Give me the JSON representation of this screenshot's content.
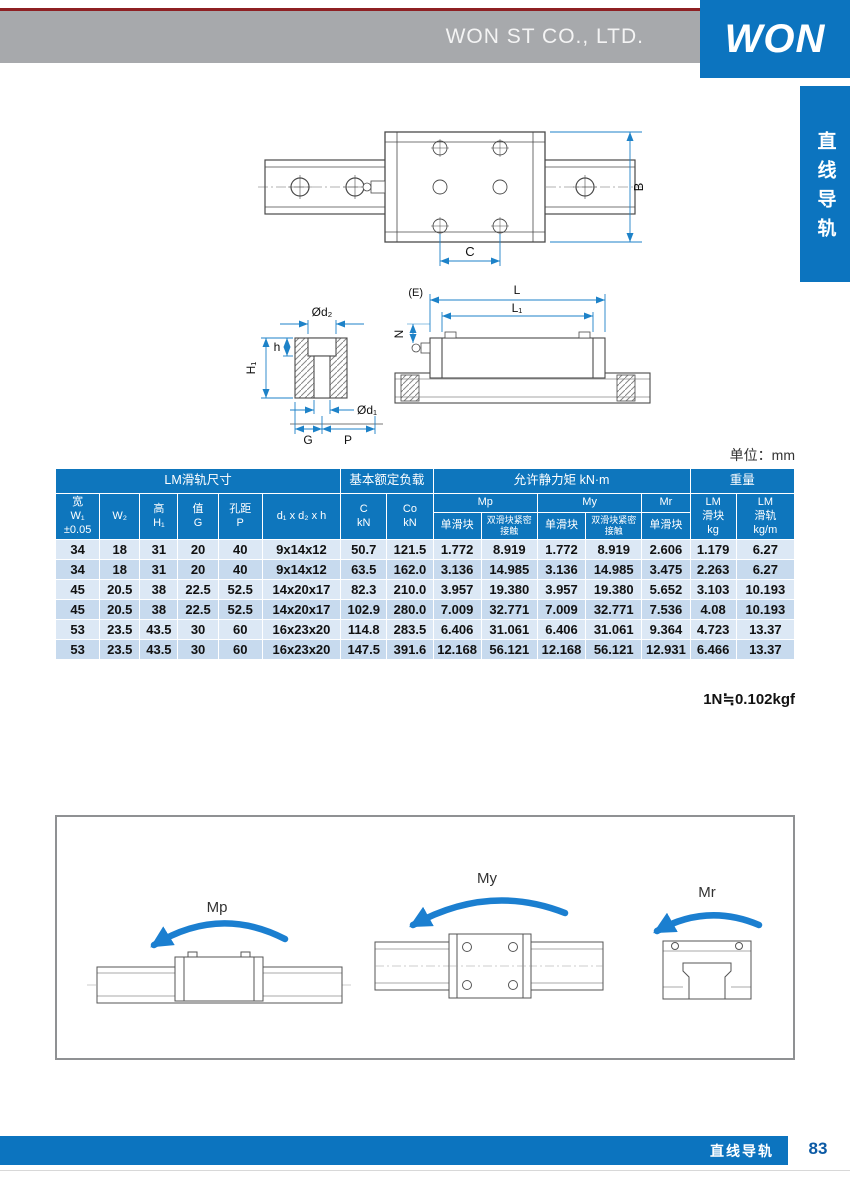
{
  "header": {
    "company": "WON ST CO., LTD.",
    "logo": "WON"
  },
  "side_tab": {
    "label": "直线导轨"
  },
  "drawings": {
    "top_view": {
      "dim_b": "B",
      "dim_c": "C"
    },
    "side_view": {
      "dim_e": "(E)",
      "dim_l": "L",
      "dim_l1": "L₁",
      "dim_n": "N",
      "dim_d2": "Ød₂",
      "dim_h_small": "h",
      "dim_h1": "H₁",
      "dim_d1": "Ød₁",
      "dim_g": "G",
      "dim_p": "P"
    }
  },
  "unit_label": "单位：mm",
  "table": {
    "groups": {
      "dims": "LM滑轨尺寸",
      "load": "基本额定负载",
      "moment": "允许静力矩 kN·m",
      "weight": "重量"
    },
    "cols": {
      "w1": "宽\nW₁\n±0.05",
      "w2": "W₂",
      "h1": "高\nH₁",
      "g": "值\nG",
      "p": "孔距\nP",
      "d": "d₁ x d₂ x h",
      "c": "C\nkN",
      "co": "Co\nkN",
      "mp": "Mp",
      "my": "My",
      "mr": "Mr",
      "single_block": "单滑块",
      "double_block": "双滑块紧密接触",
      "lm_block": "LM\n滑块\nkg",
      "lm_rail": "LM\n滑轨\nkg/m"
    },
    "rows": [
      [
        "34",
        "18",
        "31",
        "20",
        "40",
        "9x14x12",
        "50.7",
        "121.5",
        "1.772",
        "8.919",
        "1.772",
        "8.919",
        "2.606",
        "1.179",
        "6.27"
      ],
      [
        "34",
        "18",
        "31",
        "20",
        "40",
        "9x14x12",
        "63.5",
        "162.0",
        "3.136",
        "14.985",
        "3.136",
        "14.985",
        "3.475",
        "2.263",
        "6.27"
      ],
      [
        "45",
        "20.5",
        "38",
        "22.5",
        "52.5",
        "14x20x17",
        "82.3",
        "210.0",
        "3.957",
        "19.380",
        "3.957",
        "19.380",
        "5.652",
        "3.103",
        "10.193"
      ],
      [
        "45",
        "20.5",
        "38",
        "22.5",
        "52.5",
        "14x20x17",
        "102.9",
        "280.0",
        "7.009",
        "32.771",
        "7.009",
        "32.771",
        "7.536",
        "4.08",
        "10.193"
      ],
      [
        "53",
        "23.5",
        "43.5",
        "30",
        "60",
        "16x23x20",
        "114.8",
        "283.5",
        "6.406",
        "31.061",
        "6.406",
        "31.061",
        "9.364",
        "4.723",
        "13.37"
      ],
      [
        "53",
        "23.5",
        "43.5",
        "30",
        "60",
        "16x23x20",
        "147.5",
        "391.6",
        "12.168",
        "56.121",
        "12.168",
        "56.121",
        "12.931",
        "6.466",
        "13.37"
      ]
    ]
  },
  "note": "1N≒0.102kgf",
  "moment_diagrams": {
    "mp": "Mp",
    "my": "My",
    "mr": "Mr"
  },
  "footer": {
    "label": "直线导轨",
    "page_number": "83"
  }
}
